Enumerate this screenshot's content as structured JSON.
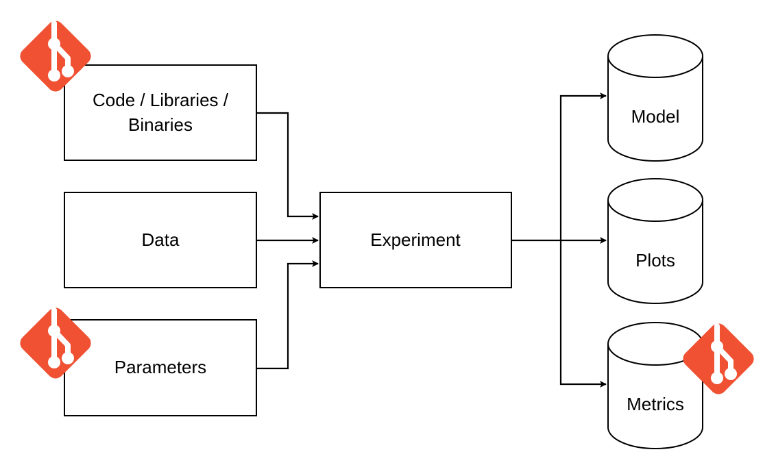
{
  "inputs": {
    "code": {
      "line1": "Code / Libraries /",
      "line2": "Binaries",
      "icon": "git-icon"
    },
    "data": {
      "label": "Data"
    },
    "parameters": {
      "label": "Parameters",
      "icon": "git-icon"
    }
  },
  "process": {
    "label": "Experiment"
  },
  "outputs": {
    "model": {
      "label": "Model"
    },
    "plots": {
      "label": "Plots"
    },
    "metrics": {
      "label": "Metrics",
      "icon": "git-icon"
    }
  },
  "colors": {
    "stroke": "#000000",
    "background": "#ffffff",
    "git_brand": "#f05133"
  }
}
